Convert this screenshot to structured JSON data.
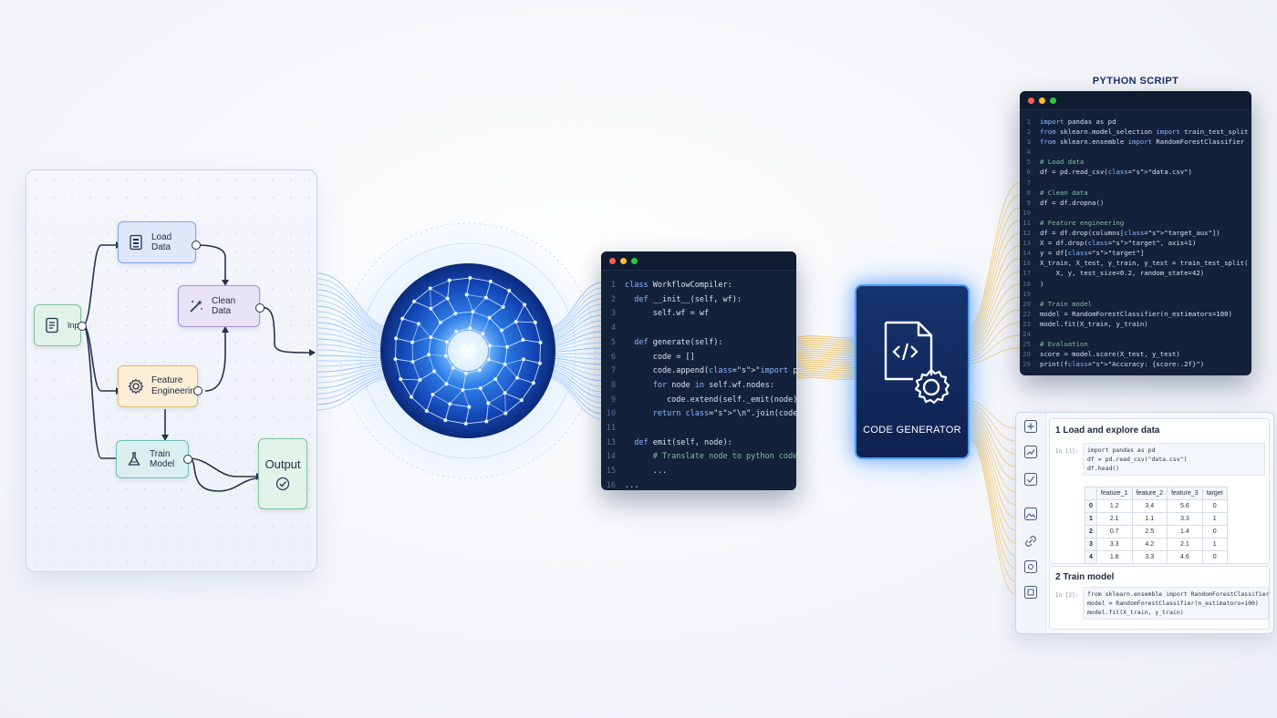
{
  "workflow": {
    "nodes": {
      "input": "Input",
      "load_data": "Load Data",
      "clean_data": "Clean Data",
      "feature_engineering_1": "Feature",
      "feature_engineering_2": "Engineering",
      "train_model": "Train Model",
      "output": "Output"
    }
  },
  "compiler_code": {
    "lines": [
      {
        "n": "1",
        "t": "class WorkflowCompiler:"
      },
      {
        "n": "2",
        "t": "  def __init__(self, wf):"
      },
      {
        "n": "3",
        "t": "      self.wf = wf"
      },
      {
        "n": "4",
        "t": ""
      },
      {
        "n": "5",
        "t": "  def generate(self):"
      },
      {
        "n": "6",
        "t": "      code = []"
      },
      {
        "n": "7",
        "t": "      code.append(\"import pandas as pd\")"
      },
      {
        "n": "8",
        "t": "      for node in self.wf.nodes:"
      },
      {
        "n": "9",
        "t": "         code.extend(self._emit(node))"
      },
      {
        "n": "10",
        "t": "      return \"\\n\".join(code)"
      },
      {
        "n": "11",
        "t": ""
      },
      {
        "n": "13",
        "t": "  def emit(self, node):"
      },
      {
        "n": "14",
        "t": "      # Translate node to python code"
      },
      {
        "n": "15",
        "t": "      ..."
      },
      {
        "n": "16",
        "t": "..."
      }
    ]
  },
  "generator": {
    "label": "CODE GENERATOR"
  },
  "python_script": {
    "title": "PYTHON SCRIPT",
    "lines": [
      {
        "n": "1",
        "t": "import pandas as pd"
      },
      {
        "n": "2",
        "t": "from sklearn.model_selection import train_test_split"
      },
      {
        "n": "3",
        "t": "from sklearn.ensemble import RandomForestClassifier"
      },
      {
        "n": "4",
        "t": ""
      },
      {
        "n": "5",
        "t": "# Load data"
      },
      {
        "n": "6",
        "t": "df = pd.read_csv(\"data.csv\")"
      },
      {
        "n": "7",
        "t": ""
      },
      {
        "n": "8",
        "t": "# Clean data"
      },
      {
        "n": "9",
        "t": "df = df.dropna()"
      },
      {
        "n": "10",
        "t": ""
      },
      {
        "n": "11",
        "t": "# Feature engineering"
      },
      {
        "n": "12",
        "t": "df = df.drop(columns[\"target_aux\"])"
      },
      {
        "n": "13",
        "t": "X = df.drop(\"target\", axis=1)"
      },
      {
        "n": "14",
        "t": "y = df[\"target\"]"
      },
      {
        "n": "16",
        "t": "X_train, X_test, y_train, y_test = train_test_split("
      },
      {
        "n": "17",
        "t": "    X, y, test_size=0.2, random_state=42)"
      },
      {
        "n": "18",
        "t": ")"
      },
      {
        "n": "19",
        "t": ""
      },
      {
        "n": "20",
        "t": "# Train model"
      },
      {
        "n": "22",
        "t": "model = RandomForestClassifier(n_estimators=100)"
      },
      {
        "n": "23",
        "t": "model.fit(X_train, y_train)"
      },
      {
        "n": "24",
        "t": ""
      },
      {
        "n": "25",
        "t": "# Evaluation"
      },
      {
        "n": "28",
        "t": "score = model.score(X_test, y_test)"
      },
      {
        "n": "29",
        "t": "print(f\"Accuracy: {score:.2f}\")"
      }
    ]
  },
  "notebook": {
    "section1": "1 Load and explore data",
    "prompt1": "In [1]:",
    "code1": "import pandas as pd\ndf = pd.read_csv(\"data.csv\")\ndf.head()",
    "table": {
      "columns": [
        "",
        "feature_1",
        "feature_2",
        "feature_3",
        "target"
      ],
      "rows": [
        [
          "0",
          "1.2",
          "3.4",
          "5.6",
          "0"
        ],
        [
          "1",
          "2.1",
          "1.1",
          "3.3",
          "1"
        ],
        [
          "2",
          "0.7",
          "2.5",
          "1.4",
          "0"
        ],
        [
          "3",
          "3.3",
          "4.2",
          "2.1",
          "1"
        ],
        [
          "4",
          "1.8",
          "3.3",
          "4.6",
          "0"
        ]
      ]
    },
    "section2": "2 Train model",
    "prompt2": "In [2]:",
    "code2": "from sklearn.ensemble import RandomForestClassifier\nmodel = RandomForestClassifier(n_estimators=100)\nmodel.fit(X_train, y_train)"
  },
  "colors": {
    "window_bg": "#13213a",
    "dot_red": "#ff5f57",
    "dot_yellow": "#febc2e",
    "dot_green": "#28c840",
    "accent_blue": "#4f9cff",
    "stream_orange": "#f5b73b"
  }
}
